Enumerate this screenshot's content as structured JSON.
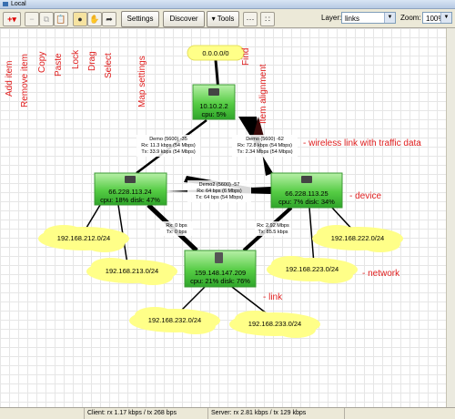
{
  "window": {
    "title": "Local"
  },
  "toolbar": {
    "add_icon": "plus-icon",
    "settings_label": "Settings",
    "discover_label": "Discover",
    "tools_label": "▾ Tools",
    "layer_label": "Layer:",
    "layer_value": "links",
    "zoom_label": "Zoom:",
    "zoom_value": "100%"
  },
  "annotations": {
    "add_item": "Add item",
    "remove_item": "Remove item",
    "copy": "Copy",
    "paste": "Paste",
    "lock": "Lock",
    "drag": "Drag",
    "select": "Select",
    "map_settings": "Map settings",
    "find": "Find",
    "item_alignment": "Item alignment",
    "wireless_link": "- wireless link with traffic data",
    "device": "- device",
    "network": "- network",
    "link": "- link"
  },
  "devices": [
    {
      "name": "10.10.2.2",
      "stats": "cpu: 5%"
    },
    {
      "name": "66.228.113.24",
      "stats": "cpu: 18% disk: 47%"
    },
    {
      "name": "66.228.113.25",
      "stats": "cpu: 7% disk: 34%"
    },
    {
      "name": "159.148.147.209",
      "stats": "cpu: 21% disk: 76%"
    }
  ],
  "networks": {
    "top": "0.0.0.0/0",
    "n1": "192.168.212.0/24",
    "n2": "192.168.213.0/24",
    "n3": "192.168.222.0/24",
    "n4": "192.168.223.0/24",
    "n5": "192.168.232.0/24",
    "n6": "192.168.233.0/24"
  },
  "link_labels": {
    "l1": [
      "Demo (5600) -35",
      "Rx: 11.3 kbps (54 Mbps)",
      "Tx: 33.9 kbps (54 Mbps)"
    ],
    "l2": [
      "Demo (5600) -62",
      "Rx: 72.8 kbps (54 Mbps)",
      "Tx: 2.34 Mbps (54 Mbps)"
    ],
    "l3": [
      "Demo2 (5600) -57",
      "Rx: 64 bps (6 Mbps)",
      "Tx: 64 bps (54 Mbps)"
    ],
    "l4": [
      "Rx: 0 bps",
      "Tx: 0 bps"
    ],
    "l5": [
      "Rx: 2.92 Mbps",
      "Tx: 85.5 kbps"
    ]
  },
  "status": {
    "client": "Client: rx 1.17 kbps / tx 268 bps",
    "server": "Server: rx 2.81 kbps / tx 129 kbps"
  },
  "colors": {
    "annotation": "#e02020",
    "device_fill": "#55cc44",
    "network_fill": "#ffff88"
  }
}
